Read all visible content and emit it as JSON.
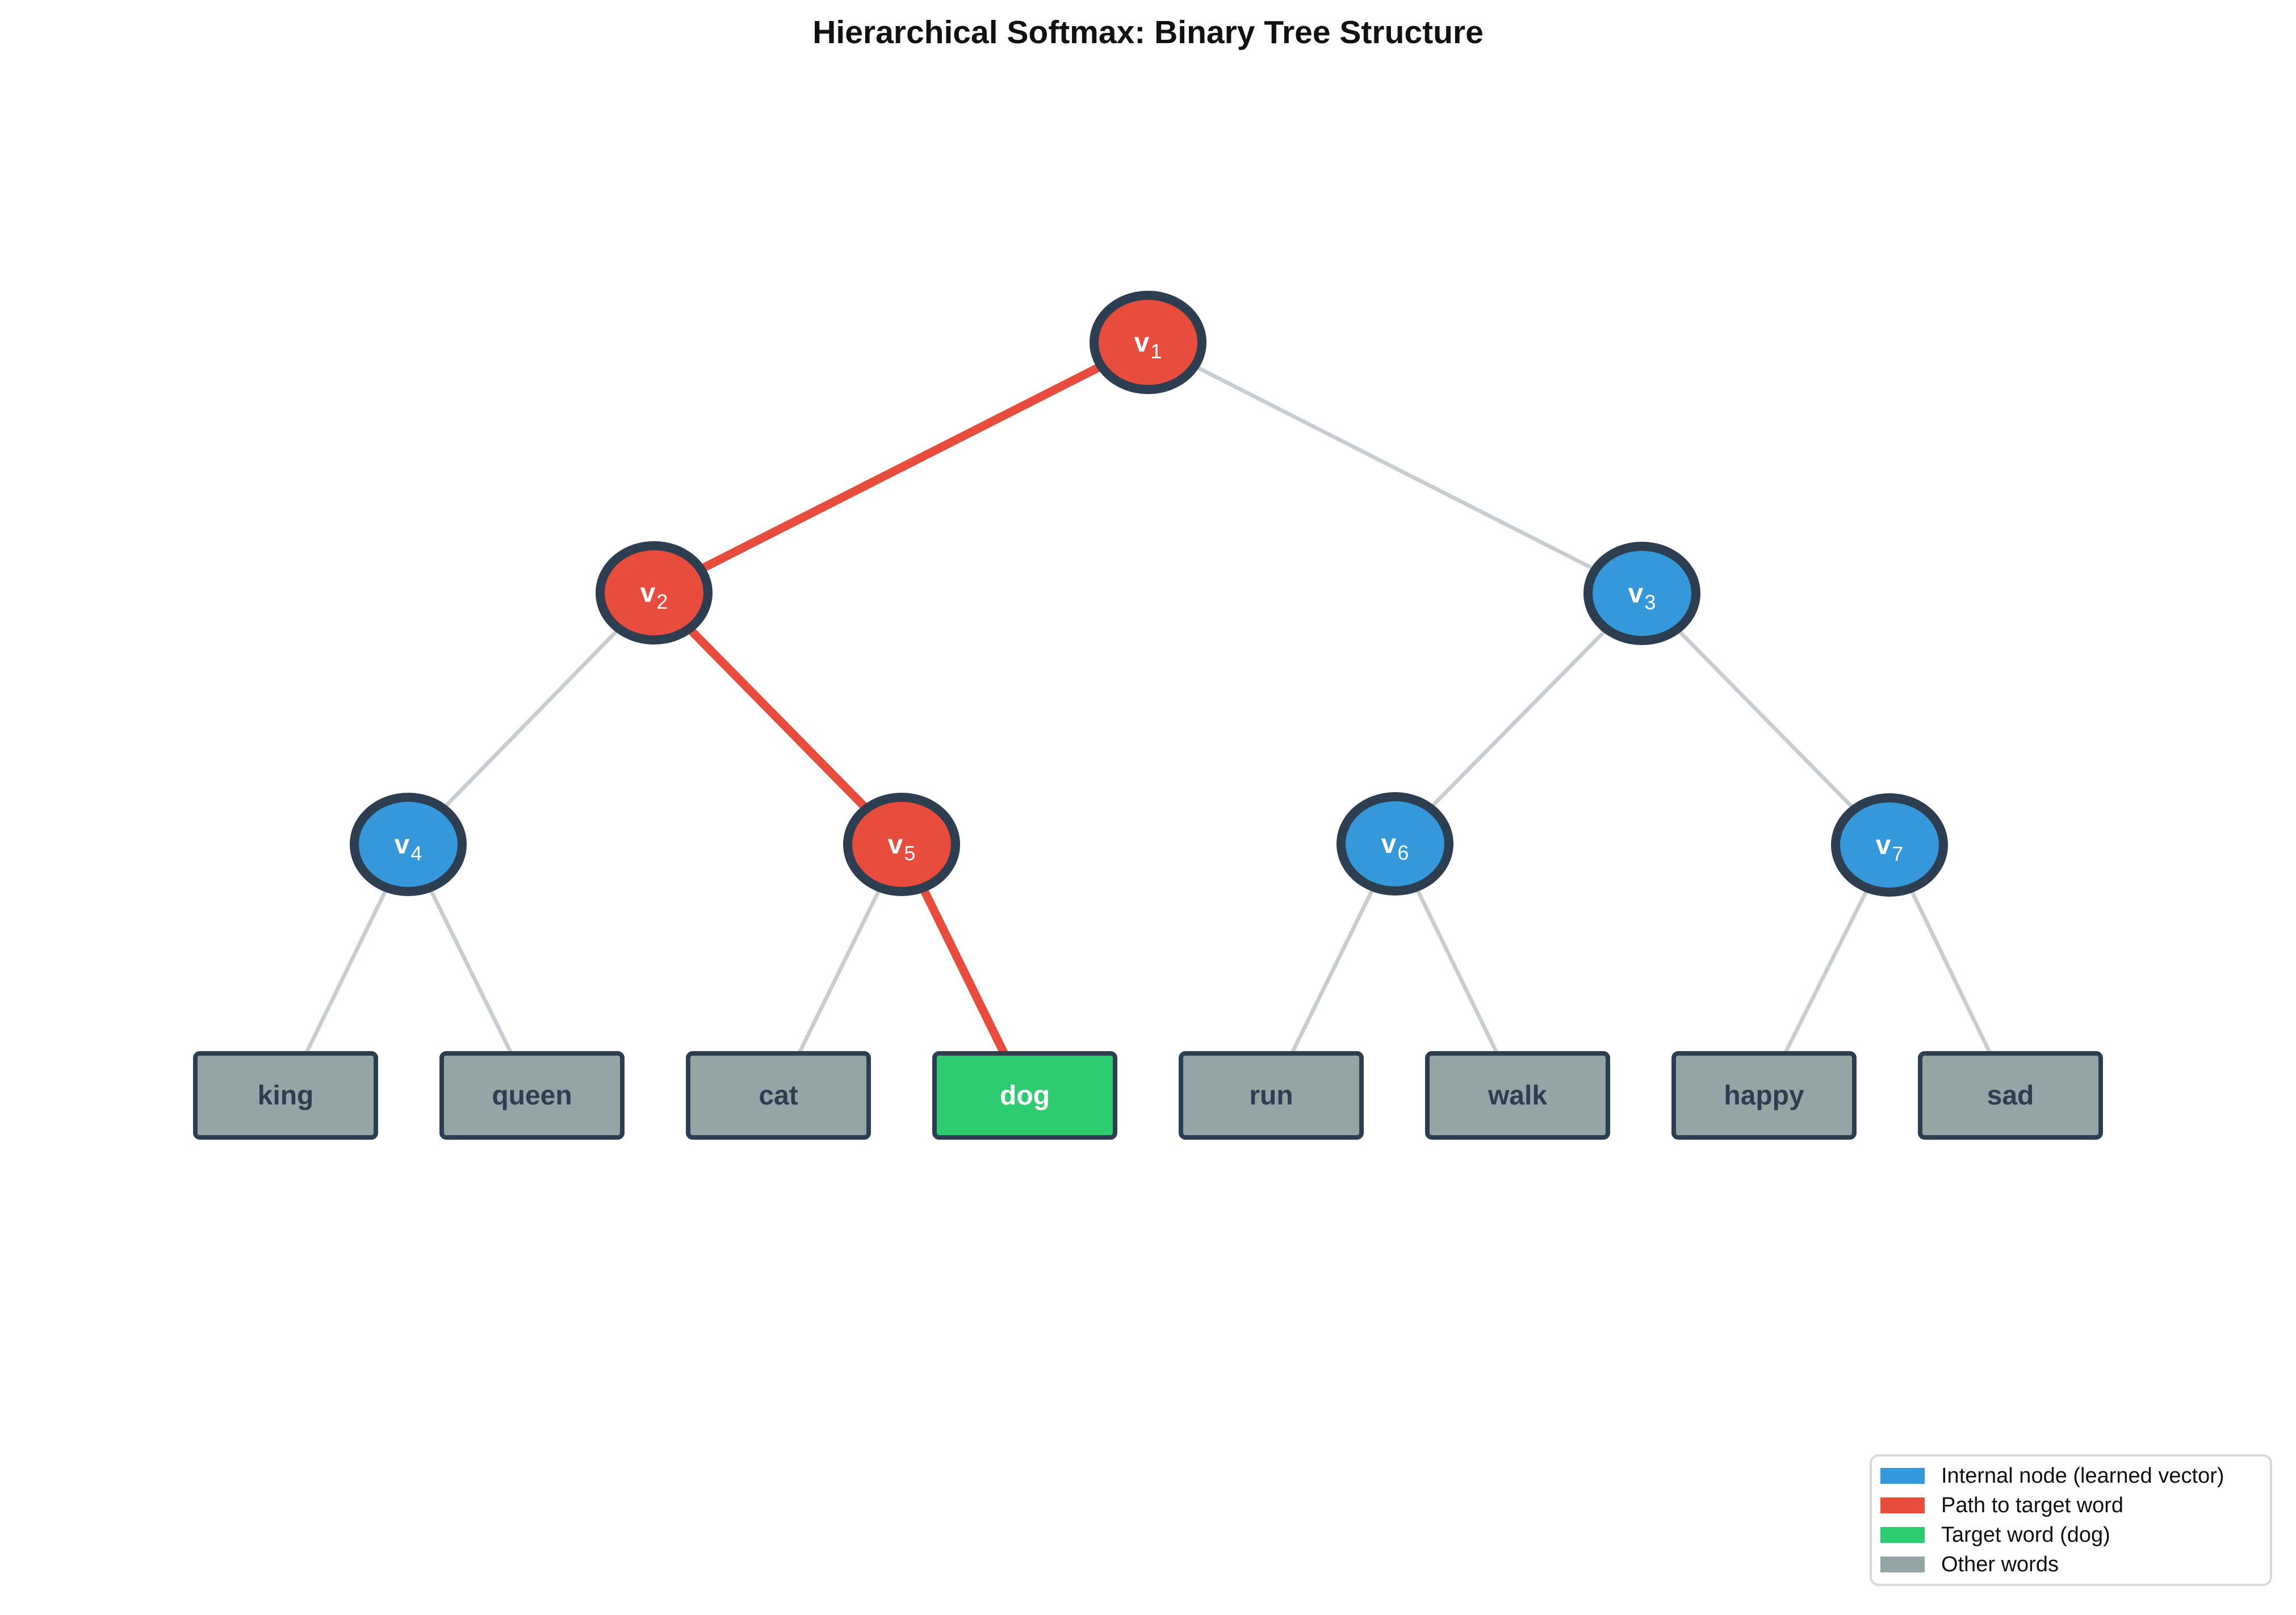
{
  "title": "Hierarchical Softmax: Binary Tree Structure",
  "colors": {
    "internal-blue": "#3498db",
    "path-red": "#e74c3c",
    "target-green": "#2ecc71",
    "other-gray": "#95a5a6",
    "node-border": "#2c3e50",
    "edge-gray": "#c8cdd1",
    "legend-border": "#d9d9d9"
  },
  "tree": {
    "nodes": [
      {
        "id": "v1",
        "base": "v",
        "sub": "1",
        "role": "path"
      },
      {
        "id": "v2",
        "base": "v",
        "sub": "2",
        "role": "path"
      },
      {
        "id": "v3",
        "base": "v",
        "sub": "3",
        "role": "internal"
      },
      {
        "id": "v4",
        "base": "v",
        "sub": "4",
        "role": "internal"
      },
      {
        "id": "v5",
        "base": "v",
        "sub": "5",
        "role": "path"
      },
      {
        "id": "v6",
        "base": "v",
        "sub": "6",
        "role": "internal"
      },
      {
        "id": "v7",
        "base": "v",
        "sub": "7",
        "role": "internal"
      }
    ],
    "leaves": [
      {
        "word": "king",
        "role": "other"
      },
      {
        "word": "queen",
        "role": "other"
      },
      {
        "word": "cat",
        "role": "other"
      },
      {
        "word": "dog",
        "role": "target"
      },
      {
        "word": "run",
        "role": "other"
      },
      {
        "word": "walk",
        "role": "other"
      },
      {
        "word": "happy",
        "role": "other"
      },
      {
        "word": "sad",
        "role": "other"
      }
    ],
    "path_to_target": [
      "v1",
      "v2",
      "v5",
      "dog"
    ],
    "target_word": "dog"
  },
  "legend": {
    "items": [
      {
        "label": "Internal node (learned vector)",
        "color": "internal-blue"
      },
      {
        "label": "Path to target word",
        "color": "path-red"
      },
      {
        "label": "Target word (dog)",
        "color": "target-green"
      },
      {
        "label": "Other words",
        "color": "other-gray"
      }
    ]
  }
}
